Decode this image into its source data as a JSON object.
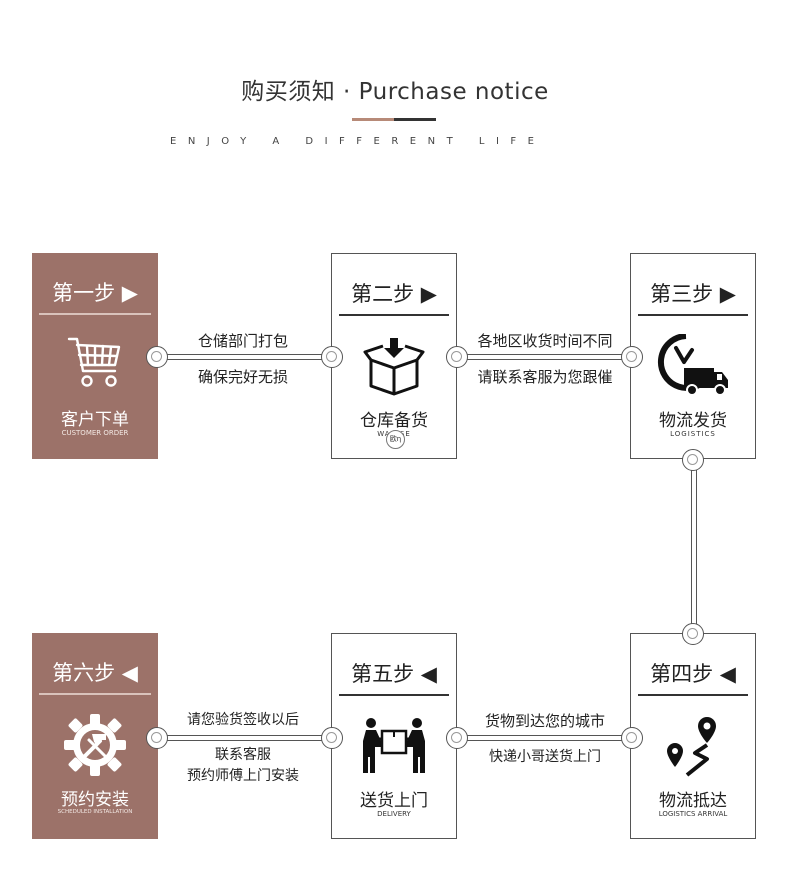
{
  "header": {
    "title": "购买须知 · Purchase notice",
    "subtitle": "ENJOY A DIFFERENT LIFE"
  },
  "colors": {
    "accent": "#9c7269",
    "rule_accent": "#b78a78",
    "line": "#555555"
  },
  "steps": [
    {
      "head": "第一步 ▶",
      "label": "客户下单",
      "sub": "CUSTOMER ORDER",
      "icon": "shopping-cart-icon"
    },
    {
      "head": "第二步 ▶",
      "label": "仓库备货",
      "sub": "WA         USE",
      "icon": "box-download-icon",
      "stamp": "欧η"
    },
    {
      "head": "第三步 ▶",
      "label": "物流发货",
      "sub": "LOGISTICS",
      "icon": "clock-truck-icon"
    },
    {
      "head": "第四步 ◀",
      "label": "物流抵达",
      "sub": "LOGISTICS ARRIVAL",
      "icon": "map-route-icon"
    },
    {
      "head": "第五步 ◀",
      "label": "送货上门",
      "sub": "DELIVERY",
      "icon": "people-carry-box-icon"
    },
    {
      "head": "第六步 ◀",
      "label": "预约安装",
      "sub": "SCHEDULED INSTALLATION",
      "icon": "gear-tools-icon"
    }
  ],
  "connectors": {
    "c12": [
      "仓储部门打包",
      "确保完好无损"
    ],
    "c23": [
      "各地区收货时间不同",
      "请联系客服为您跟催"
    ],
    "c54": [
      "货物到达您的城市",
      "快递小哥送货上门"
    ],
    "c65": [
      "请您验货签收以后",
      "联系客服",
      "预约师傅上门安装"
    ]
  }
}
